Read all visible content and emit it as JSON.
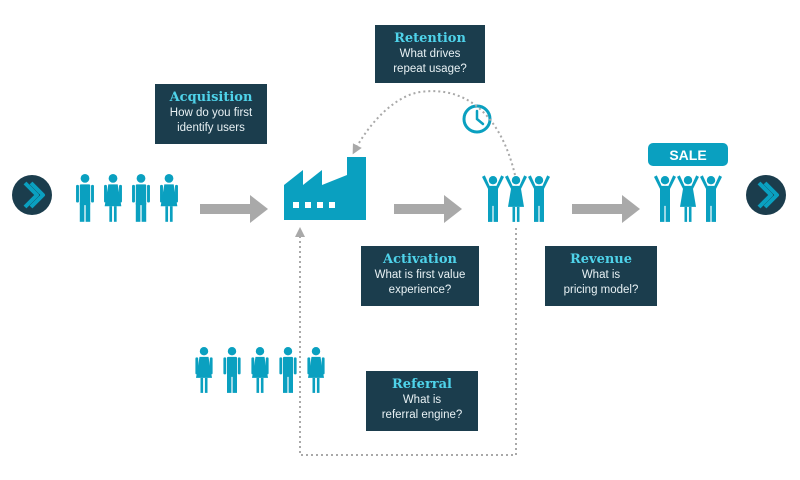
{
  "colors": {
    "figure": "#0aa0c0",
    "dark": "#1b3d4d",
    "accent_text": "#4fd3ea",
    "arrow": "#a9a9a9",
    "dotted": "#a9a9a9"
  },
  "stages": {
    "acquisition": {
      "title": "Acquisition",
      "line1": "How do you first",
      "line2": "identify users"
    },
    "activation": {
      "title": "Activation",
      "line1": "What is first value",
      "line2": "experience?"
    },
    "retention": {
      "title": "Retention",
      "line1": "What drives",
      "line2": "repeat usage?"
    },
    "revenue": {
      "title": "Revenue",
      "line1": "What is",
      "line2": "pricing model?"
    },
    "referral": {
      "title": "Referral",
      "line1": "What is",
      "line2": "referral engine?"
    }
  },
  "sale_sign": {
    "label": "SALE"
  },
  "icons": {
    "start": "chevron-right-icon",
    "end": "chevron-right-icon",
    "factory": "factory-icon",
    "clock": "clock-icon"
  }
}
